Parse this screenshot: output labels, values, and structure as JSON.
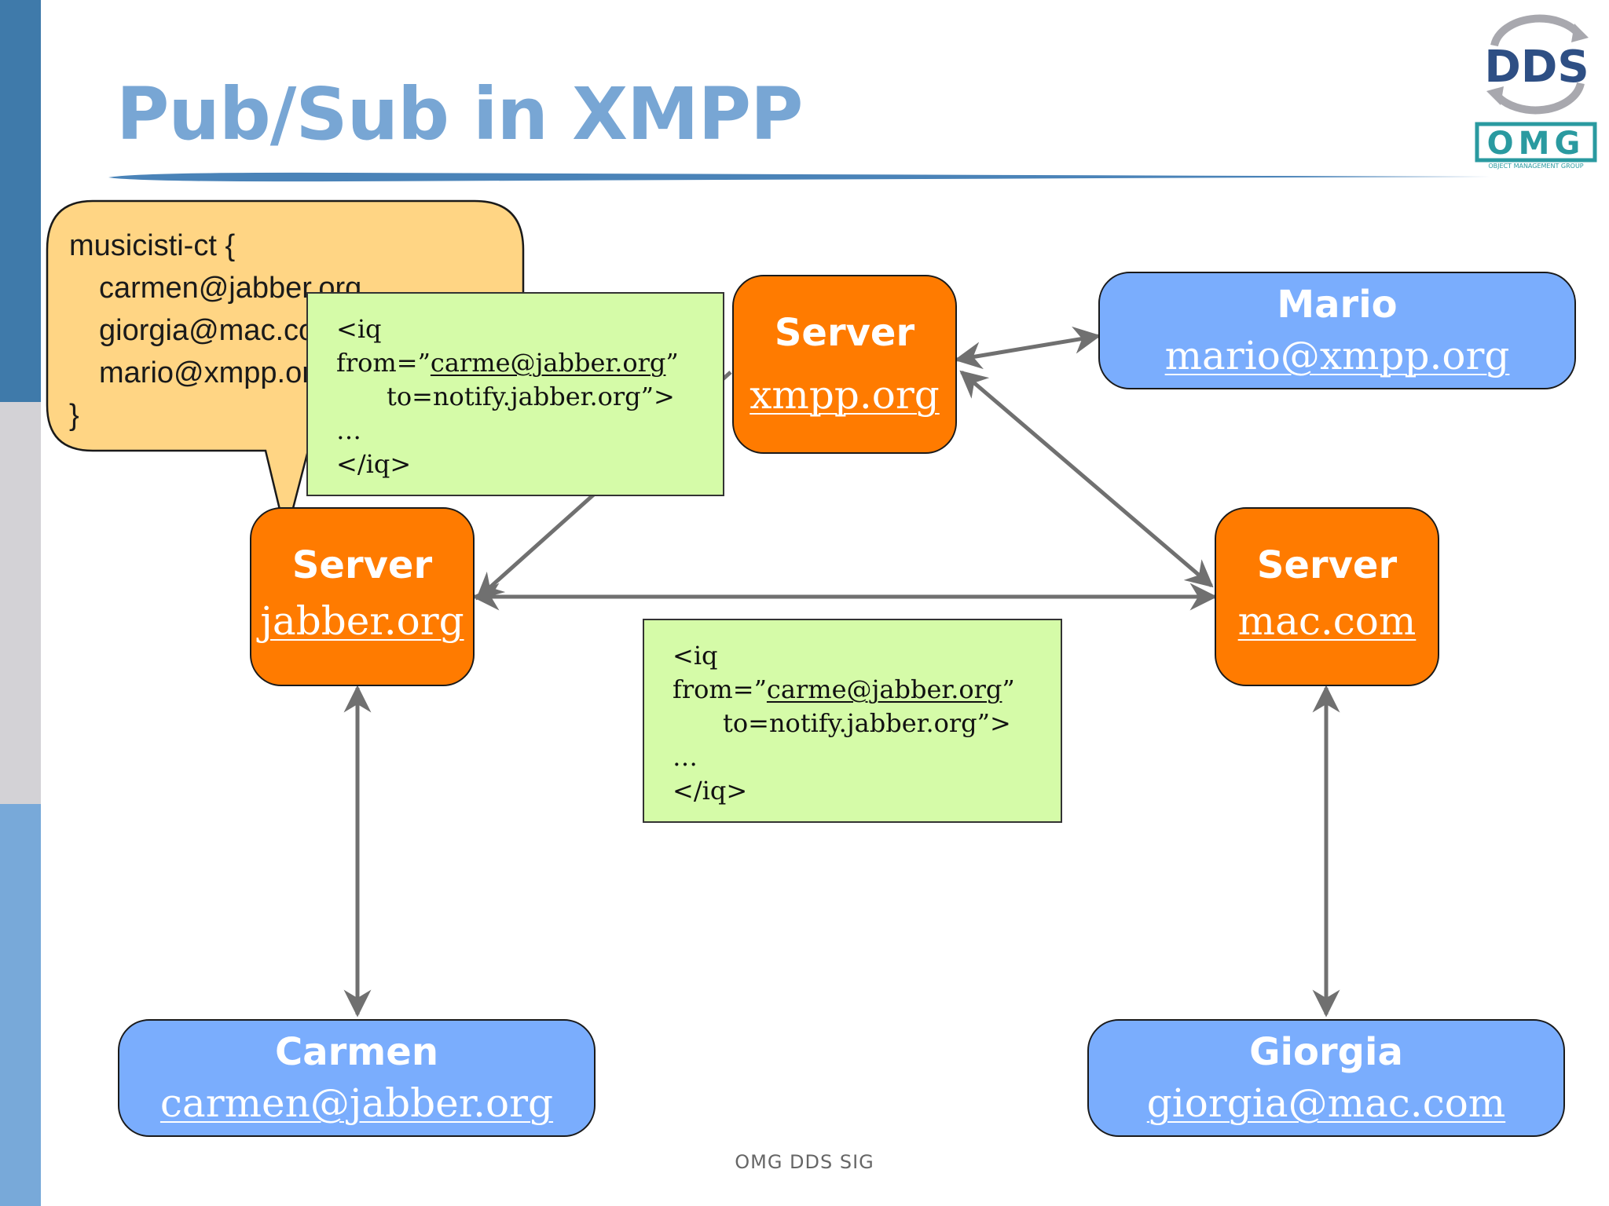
{
  "slide": {
    "title": "Pub/Sub in XMPP",
    "footer": "OMG DDS SIG",
    "colors": {
      "title": "#78a6d4",
      "server": "#ff7b00",
      "user": "#7aadfd",
      "message": "#d5fba8",
      "callout": "#ffd584",
      "arrow": "#707070",
      "sidebar": [
        "#3f7aaa",
        "#d3d2d6",
        "#78a9d9"
      ]
    }
  },
  "logo": {
    "text": "DDS",
    "subtext": "OMG",
    "caption": "OBJECT MANAGEMENT GROUP"
  },
  "group_callout": {
    "open": "musicisti-ct {",
    "members": [
      "carmen@jabber.org",
      "giorgia@mac.com",
      "mario@xmpp.org"
    ],
    "close": "}"
  },
  "servers": {
    "jabber": {
      "label": "Server",
      "address": "jabber.org"
    },
    "xmpp": {
      "label": "Server",
      "address": "xmpp.org"
    },
    "mac": {
      "label": "Server",
      "address": "mac.com"
    }
  },
  "users": {
    "mario": {
      "label": "Mario",
      "address": "mario@xmpp.org"
    },
    "carmen": {
      "label": "Carmen",
      "address": "carmen@jabber.org"
    },
    "giorgia": {
      "label": "Giorgia",
      "address": "giorgia@mac.com"
    }
  },
  "messages": [
    {
      "open": "<iq",
      "from_prefix": "from=”",
      "from_addr": "carme@jabber.org",
      "from_suffix": "”",
      "to": "to=notify.jabber.org”>",
      "ellipsis": "…",
      "close": "</iq>"
    },
    {
      "open": "<iq",
      "from_prefix": "from=”",
      "from_addr": "carme@jabber.org",
      "from_suffix": "”",
      "to": "to=notify.jabber.org”>",
      "ellipsis": "…",
      "close": "</iq>"
    }
  ],
  "connections": [
    {
      "from": "jabber",
      "to": "xmpp"
    },
    {
      "from": "jabber",
      "to": "mac"
    },
    {
      "from": "xmpp",
      "to": "mac"
    },
    {
      "from": "xmpp",
      "to": "mario"
    },
    {
      "from": "jabber",
      "to": "carmen"
    },
    {
      "from": "mac",
      "to": "giorgia"
    }
  ]
}
